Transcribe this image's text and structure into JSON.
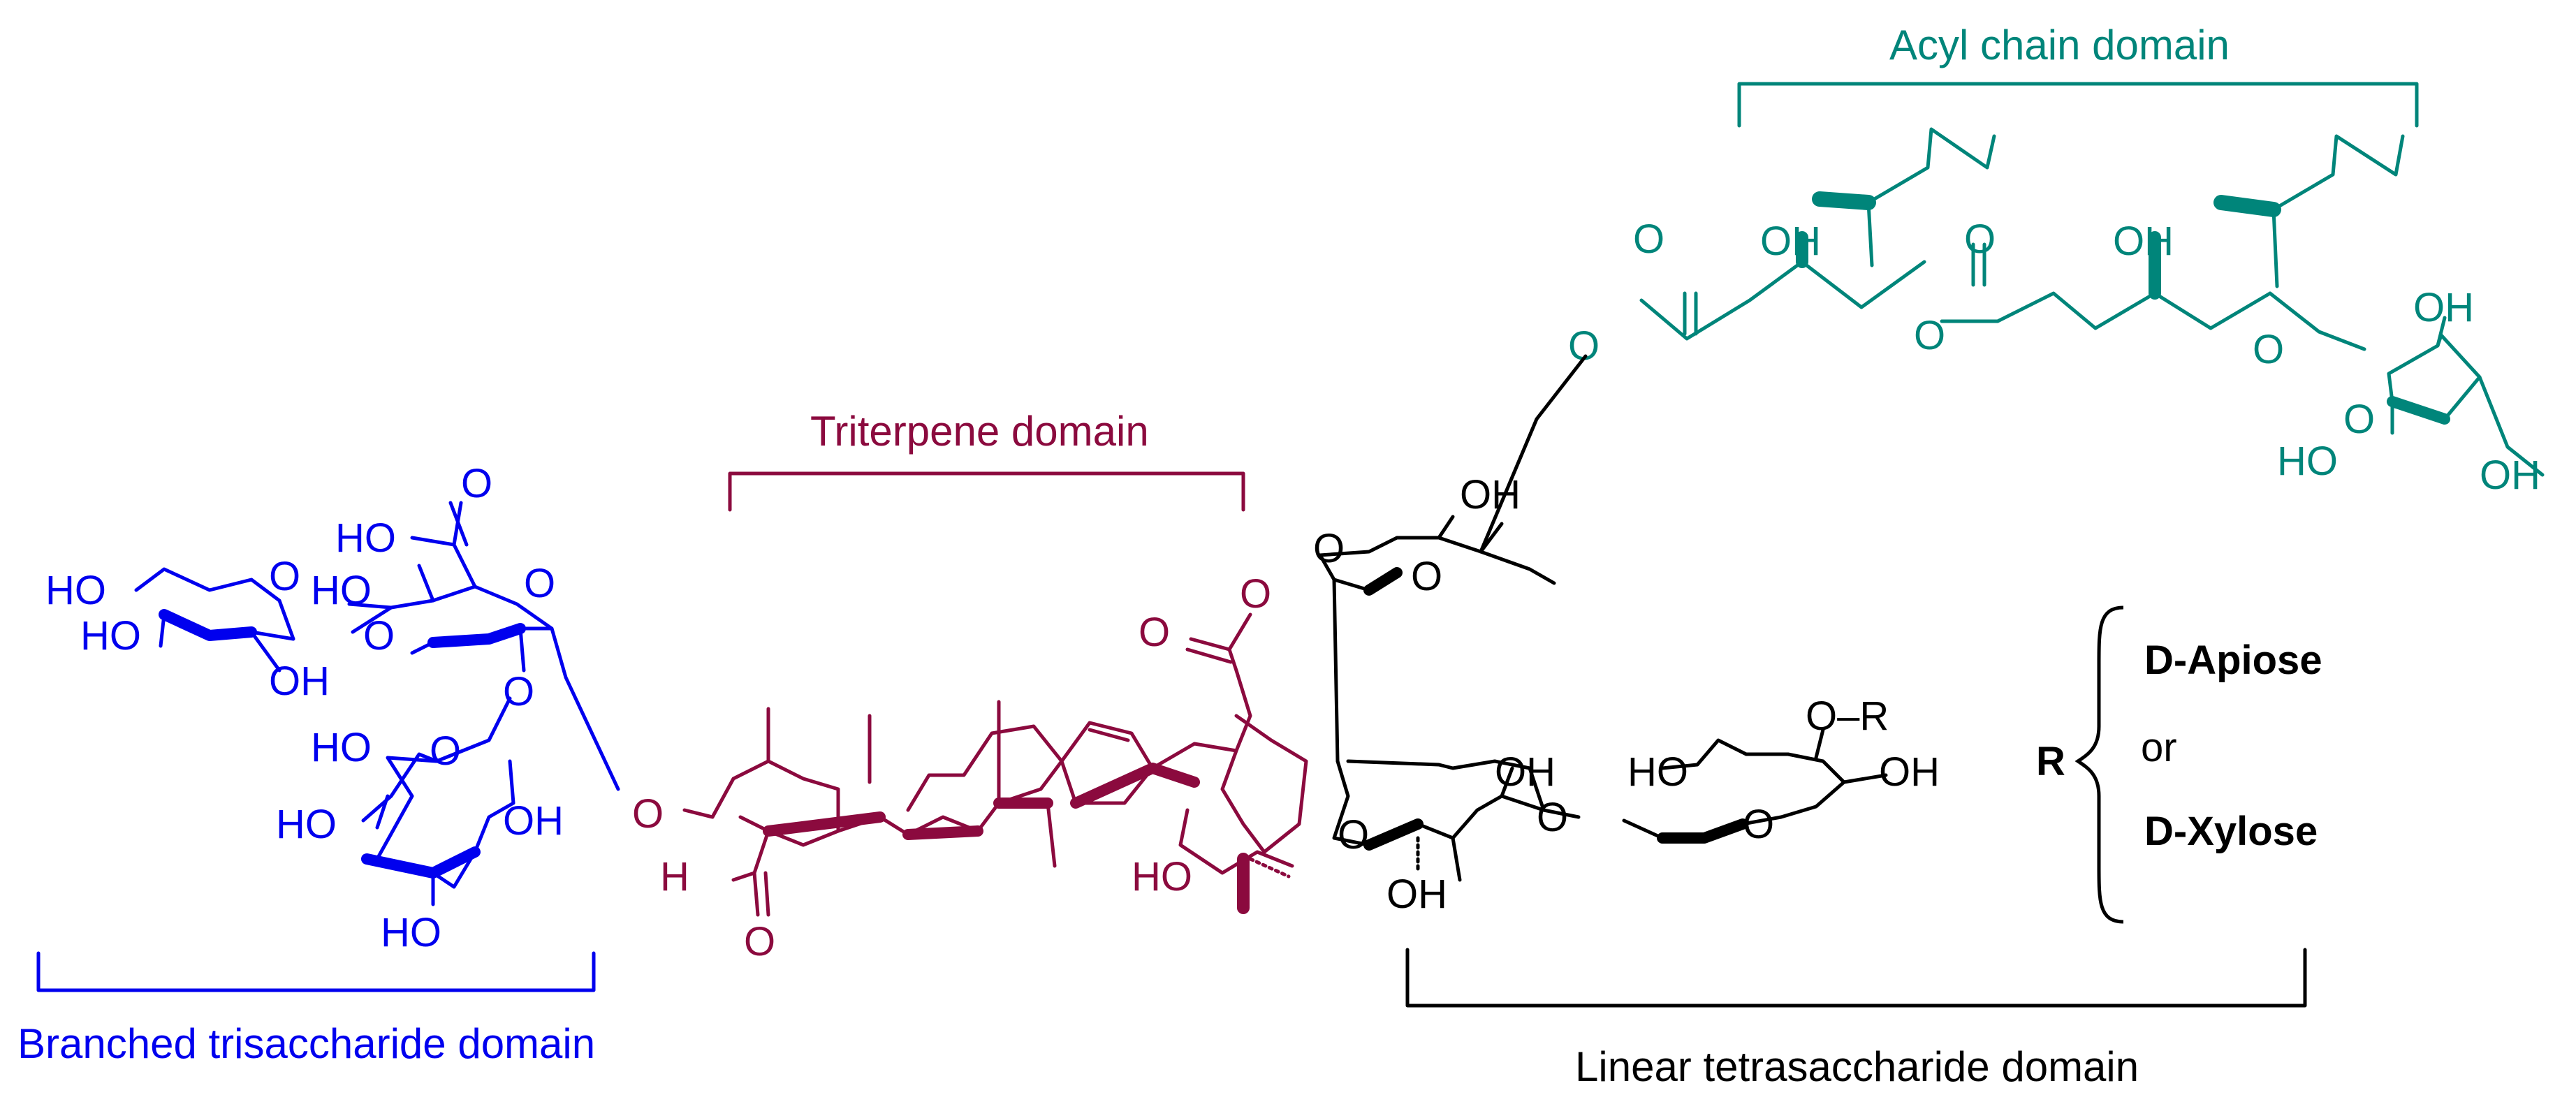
{
  "colors": {
    "trisaccharide": "#0000ee",
    "triterpene": "#8b0a3e",
    "acyl": "#00857a",
    "tetrasaccharide": "#000000"
  },
  "labels": {
    "acyl_domain": "Acyl chain domain",
    "triterpene_domain": "Triterpene domain",
    "trisaccharide_domain": "Branched trisaccharide domain",
    "tetrasaccharide_domain": "Linear tetrasaccharide domain"
  },
  "r_group": {
    "r": "R",
    "option_1": "D-Apiose",
    "or": "or",
    "option_2": "D-Xylose",
    "substituent": "O–R"
  },
  "atoms": {
    "trisaccharide": {
      "ho_1": "HO",
      "o_ring_1": "O",
      "ho_2": "HO",
      "ho_3": "HO",
      "o_link_1": "O",
      "oh_1": "OH",
      "o_carbonyl": "O",
      "ho_acid": "HO",
      "o_ring_2": "O",
      "o_link_2": "O",
      "ho_4": "HO",
      "o_ring_3": "O",
      "ho_5": "HO",
      "oh_2": "OH",
      "ho_6": "HO"
    },
    "triterpene": {
      "o_glycoside": "O",
      "h_aldehyde": "H",
      "o_aldehyde": "O",
      "o_ester_carbonyl": "O",
      "o_ester": "O",
      "ho": "HO"
    },
    "tetrasaccharide": {
      "oh_top": "OH",
      "o_ring_a": "O",
      "o_ring_b": "O",
      "o_link_acyl": "O",
      "oh_mid": "OH",
      "o_ring_c": "O",
      "oh_bottom": "OH",
      "o_link_xyl": "O",
      "ho_xyl": "HO",
      "oh_xyl": "OH",
      "o_ring_xyl": "O"
    },
    "acyl": {
      "o_carbonyl_1": "O",
      "oh_1": "OH",
      "o_ester_1": "O",
      "o_carbonyl_2": "O",
      "oh_2": "OH",
      "o_ester_2": "O",
      "oh_sugar": "OH",
      "o_ring": "O",
      "ho_sugar": "HO",
      "oh_ch2": "OH"
    }
  }
}
